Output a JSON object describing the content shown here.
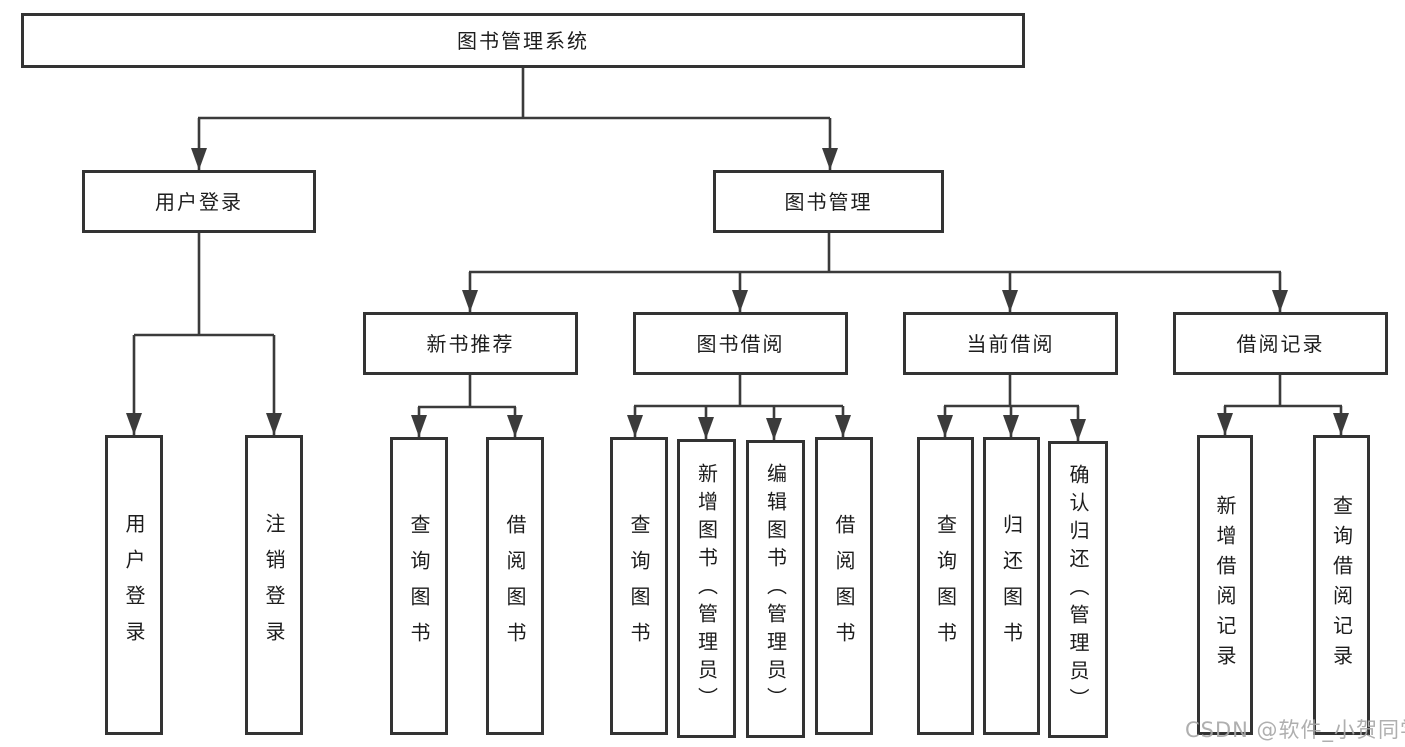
{
  "tree": {
    "label": "图书管理系统",
    "children": [
      {
        "label": "用户登录",
        "children": [
          {
            "label": "用户登录"
          },
          {
            "label": "注销登录"
          }
        ]
      },
      {
        "label": "图书管理",
        "children": [
          {
            "label": "新书推荐",
            "children": [
              {
                "label": "查询图书"
              },
              {
                "label": "借阅图书"
              }
            ]
          },
          {
            "label": "图书借阅",
            "children": [
              {
                "label": "查询图书"
              },
              {
                "label": "新增图书（管理员）"
              },
              {
                "label": "编辑图书（管理员）"
              },
              {
                "label": "借阅图书"
              }
            ]
          },
          {
            "label": "当前借阅",
            "children": [
              {
                "label": "查询图书"
              },
              {
                "label": "归还图书"
              },
              {
                "label": "确认归还（管理员）"
              }
            ]
          },
          {
            "label": "借阅记录",
            "children": [
              {
                "label": "新增借阅记录"
              },
              {
                "label": "查询借阅记录"
              }
            ]
          }
        ]
      }
    ]
  },
  "watermark": {
    "text": "CSDN @软件_小贺同学"
  },
  "colors": {
    "box_border": "#333333",
    "connector": "#3b3b3b",
    "text": "#1d1d1d",
    "watermark": "#a8a8a8",
    "background": "#ffffff"
  }
}
